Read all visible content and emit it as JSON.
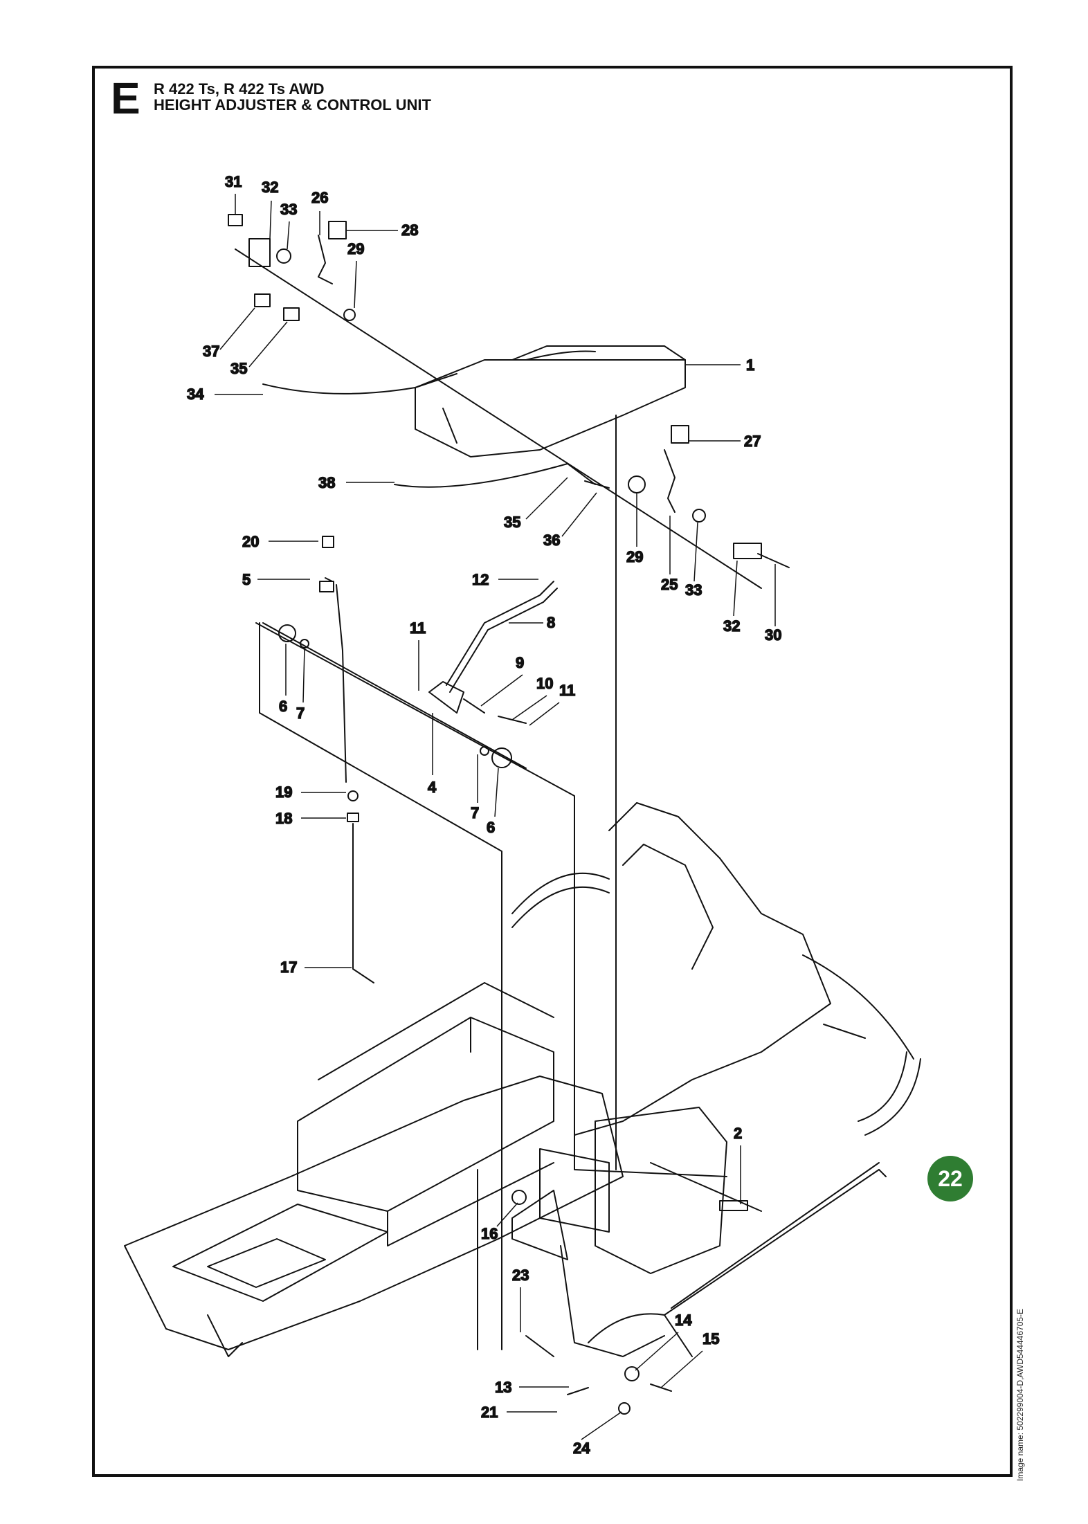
{
  "section_letter": "E",
  "model_line": "R 422 Ts, R 422 Ts AWD",
  "diagram_title": "HEIGHT ADJUSTER & CONTROL UNIT",
  "page_number": "22",
  "image_name": "Image name: 502299004-D,AWD544446705-E",
  "badge_color": "#2f7d32",
  "callouts": [
    "31",
    "32",
    "33",
    "26",
    "28",
    "29",
    "37",
    "35",
    "34",
    "1",
    "27",
    "38",
    "35",
    "36",
    "29",
    "25",
    "33",
    "32",
    "30",
    "20",
    "5",
    "12",
    "8",
    "11",
    "9",
    "10",
    "11",
    "6",
    "7",
    "4",
    "7",
    "6",
    "19",
    "18",
    "17",
    "2",
    "16",
    "23",
    "14",
    "15",
    "13",
    "21",
    "24"
  ]
}
